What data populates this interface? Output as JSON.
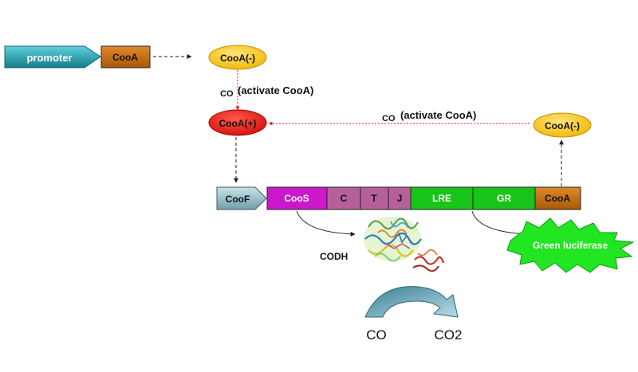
{
  "promoter_row": {
    "promoter": "promoter",
    "cooa_gene": "CooA"
  },
  "cooa_inactive_top": "CooA(-)",
  "cooa_inactive_right": "CooA(-)",
  "cooa_active": "CooA(+)",
  "co_label_top": "CO",
  "activate_label_top": "(activate CooA)",
  "co_label_right": "CO",
  "activate_label_right": "(activate CooA)",
  "operon": {
    "promoter": "CooF",
    "genes": [
      "CooS",
      "C",
      "T",
      "J",
      "LRE",
      "GR",
      "CooA"
    ]
  },
  "enzyme_label": "CODH",
  "product_label": "Green luciferase",
  "reaction": {
    "substrate": "CO",
    "product": "CO2"
  },
  "colors": {
    "promoter_teal": "#2a9fae",
    "cooa_orange": "#c76f0d",
    "cooa_inactive_yellow": "#f5c418",
    "cooa_active_red": "#e3181b",
    "coos_magenta": "#cc18cc",
    "ctj_purple": "#b6609a",
    "lre_green": "#18c418",
    "cooF_grey": "#8fbcc6",
    "luciferase_green": "#22e622",
    "arrow_red": "#e32020"
  }
}
